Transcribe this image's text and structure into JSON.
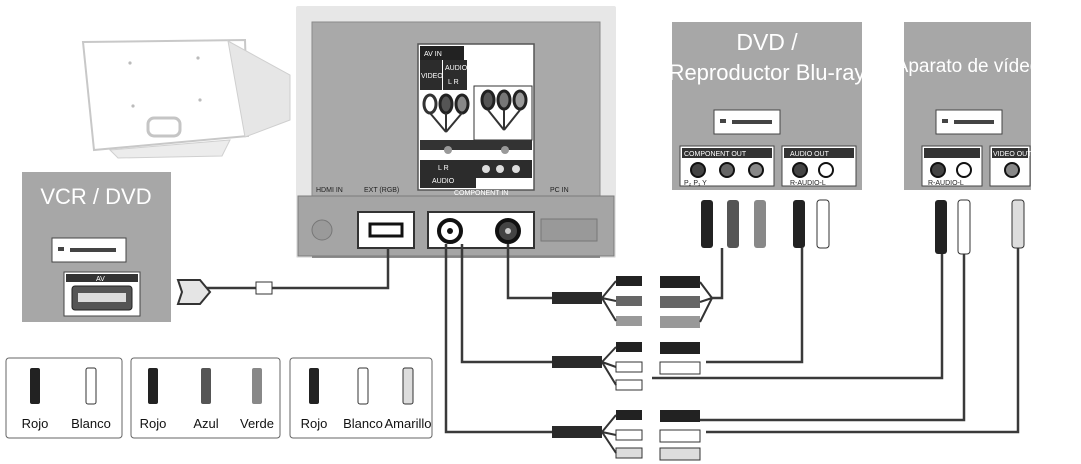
{
  "devices": {
    "dvd": {
      "line1": "DVD /",
      "line2": "Reproductor Blu-ray",
      "component_out": "COMPONENT OUT",
      "component_sub": "P₂ P₁ Y",
      "audio_out": "AUDIO OUT",
      "audio_sub": "R-AUDIO-L"
    },
    "video": {
      "title": "Aparato de vídeo",
      "audio_sub": "R-AUDIO-L",
      "video_out": "VIDEO OUT/AUDIO OUT"
    },
    "vcr": {
      "title": "VCR / DVD",
      "scart": "AV"
    }
  },
  "tv_panel": {
    "av_in": "AV IN",
    "video": "VIDEO",
    "audio": "AUDIO",
    "audio_lr": "L R",
    "audio_bottom": "AUDIO",
    "component_in": "COMPONENT IN",
    "port_hdmi": "HDMI IN",
    "port_usb": "EXT (RGB)",
    "port_pc": "PC IN"
  },
  "legend": {
    "group1": [
      "Rojo",
      "Blanco"
    ],
    "group2": [
      "Rojo",
      "Azul",
      "Verde"
    ],
    "group3": [
      "Rojo",
      "Blanco",
      "Amarillo"
    ]
  },
  "colors": {
    "panel_gray": "#a7a7a7",
    "panel_dark": "#6b6b6b",
    "card_bg": "#ffffff",
    "cable": "#3a3a3a",
    "plug_red": "#1f1f1f",
    "plug_white": "#e8e8e8",
    "plug_yellow": "#cfcfcf",
    "plug_blue": "#5a5a5a",
    "plug_green": "#8a8a8a"
  }
}
